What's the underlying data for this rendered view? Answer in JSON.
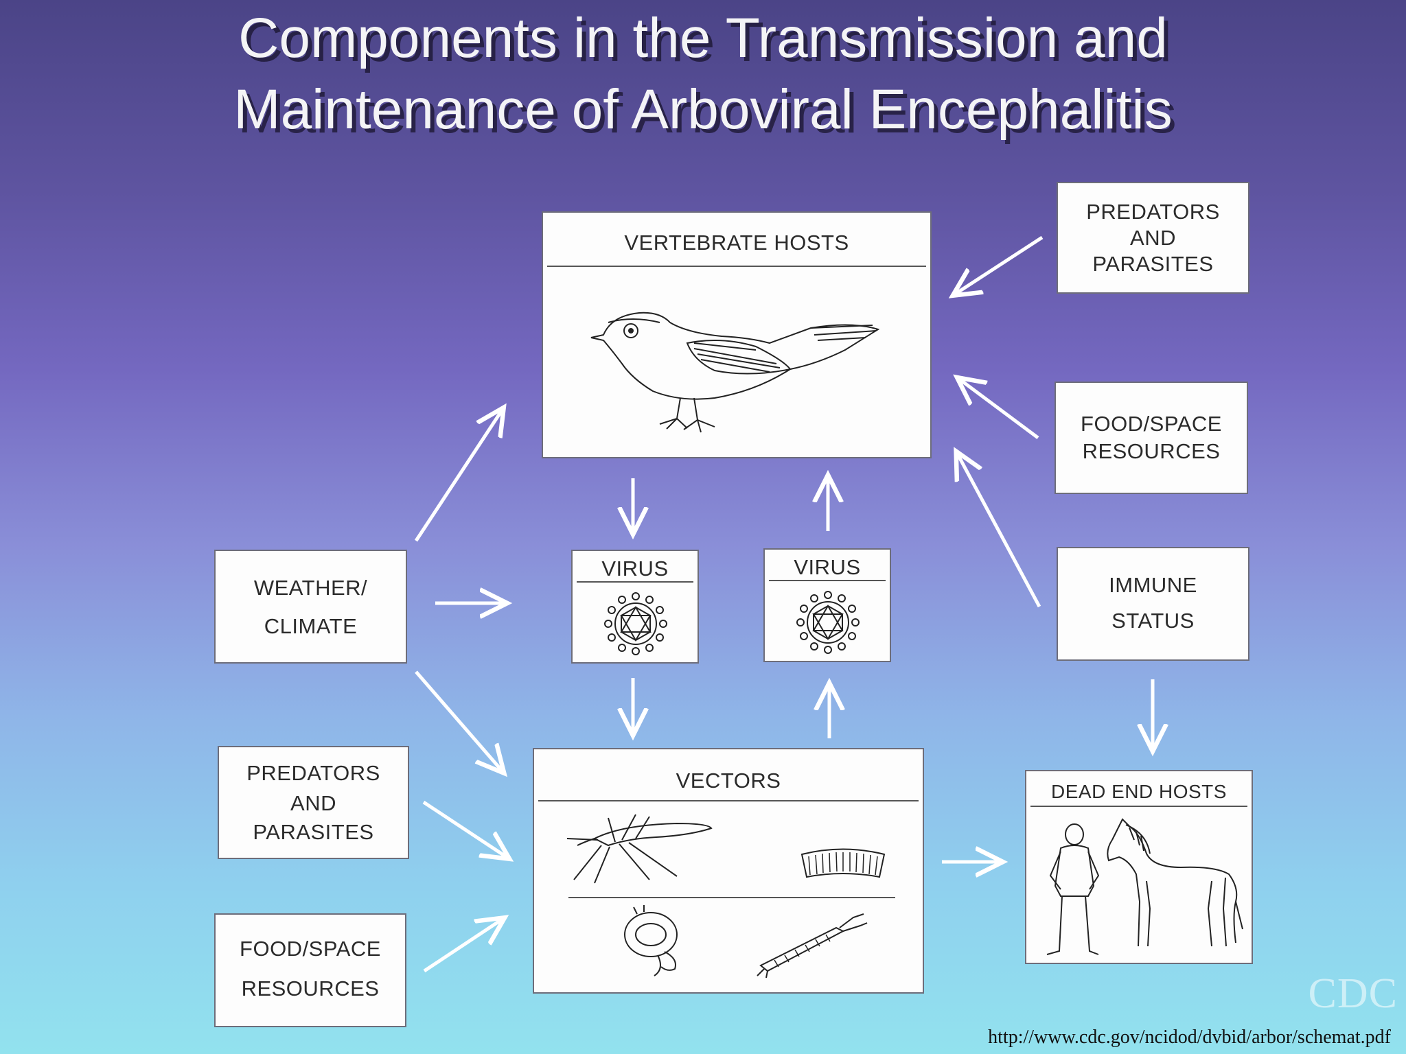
{
  "title": {
    "line1": "Components in the Transmission and",
    "line2": "Maintenance of Arboviral Encephalitis"
  },
  "boxes": {
    "vertebrate_hosts": "VERTEBRATE HOSTS",
    "predators_top": [
      "PREDATORS",
      "AND",
      "PARASITES"
    ],
    "food_space_top": [
      "FOOD/SPACE",
      "RESOURCES"
    ],
    "immune_status": [
      "IMMUNE",
      "STATUS"
    ],
    "weather_climate": [
      "WEATHER/",
      "CLIMATE"
    ],
    "virus_left": "VIRUS",
    "virus_right": "VIRUS",
    "predators_bottom": [
      "PREDATORS",
      "AND",
      "PARASITES"
    ],
    "food_space_bottom": [
      "FOOD/SPACE",
      "RESOURCES"
    ],
    "vectors": "VECTORS",
    "dead_end_hosts": "DEAD END HOSTS"
  },
  "icons": [
    "bird-illustration",
    "virus-icon",
    "mosquito-illustration",
    "egg-raft-illustration",
    "pupa-illustration",
    "larva-illustration",
    "human-illustration",
    "horse-illustration"
  ],
  "watermark": "CDC",
  "source_url": "http://www.cdc.gov/ncidod/dvbid/arbor/schemat.pdf"
}
